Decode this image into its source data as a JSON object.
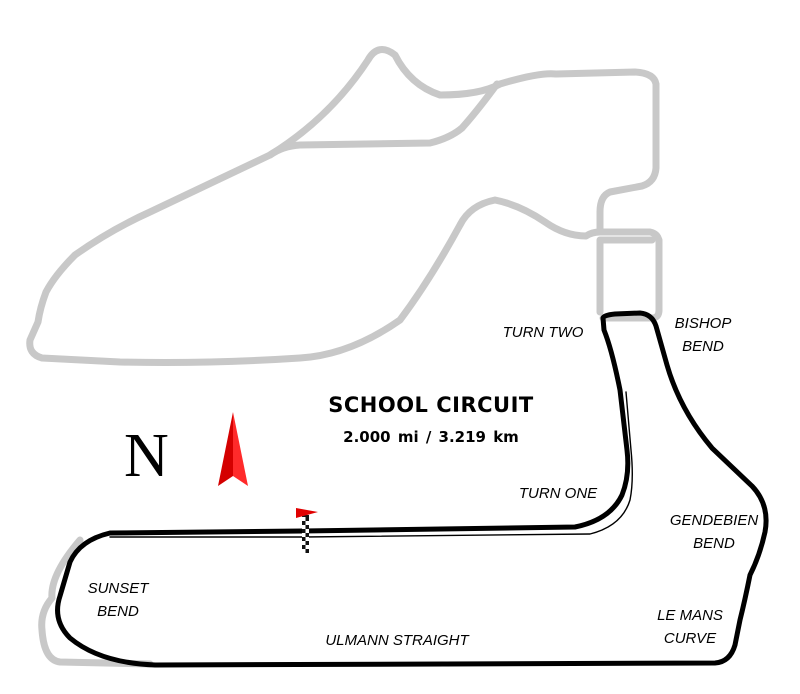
{
  "title": "SCHOOL CIRCUIT",
  "length": "2.000  mi  /  3.219  km",
  "north_letter": "N",
  "colors": {
    "active_track": "#000000",
    "inactive_track": "#c8c8c8",
    "north_arrow": "#e00000",
    "flag": "#e00000"
  },
  "corners": {
    "turn_two": "TURN TWO",
    "bishop_bend": [
      "BISHOP",
      "BEND"
    ],
    "turn_one": "TURN ONE",
    "gendebien_bend": [
      "GENDEBIEN",
      "BEND"
    ],
    "sunset_bend": [
      "SUNSET",
      "BEND"
    ],
    "le_mans_curve": [
      "LE MANS",
      "CURVE"
    ],
    "ulmann_straight": "ULMANN STRAIGHT"
  }
}
